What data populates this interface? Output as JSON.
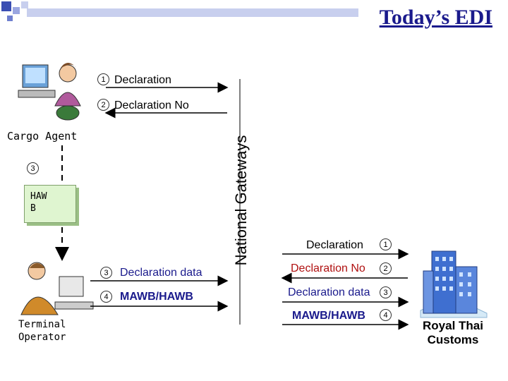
{
  "title": "Today’s EDI",
  "left": {
    "step1": {
      "num": "1",
      "label": "Declaration"
    },
    "step2": {
      "num": "2",
      "label": "Declaration No"
    },
    "cargo_agent": "Cargo Agent",
    "step3_num": "3",
    "haw_label": "HAW\nB",
    "step3b": {
      "num": "3",
      "label": "Declaration data"
    },
    "step4": {
      "num": "4",
      "label": "MAWB/HAWB"
    },
    "terminal_operator": "Terminal\nOperator"
  },
  "gateway_label": "National Gateways",
  "right": {
    "step1": {
      "num": "1",
      "label": "Declaration"
    },
    "step2": {
      "num": "2",
      "label": "Declaration No"
    },
    "step3": {
      "num": "3",
      "label": "Declaration data"
    },
    "step4": {
      "num": "4",
      "label": "MAWB/HAWB"
    },
    "customs": "Royal Thai\nCustoms"
  },
  "colors": {
    "title": "#1a1a8c",
    "text_blue": "#1a1a8c",
    "text_red": "#b01010"
  }
}
